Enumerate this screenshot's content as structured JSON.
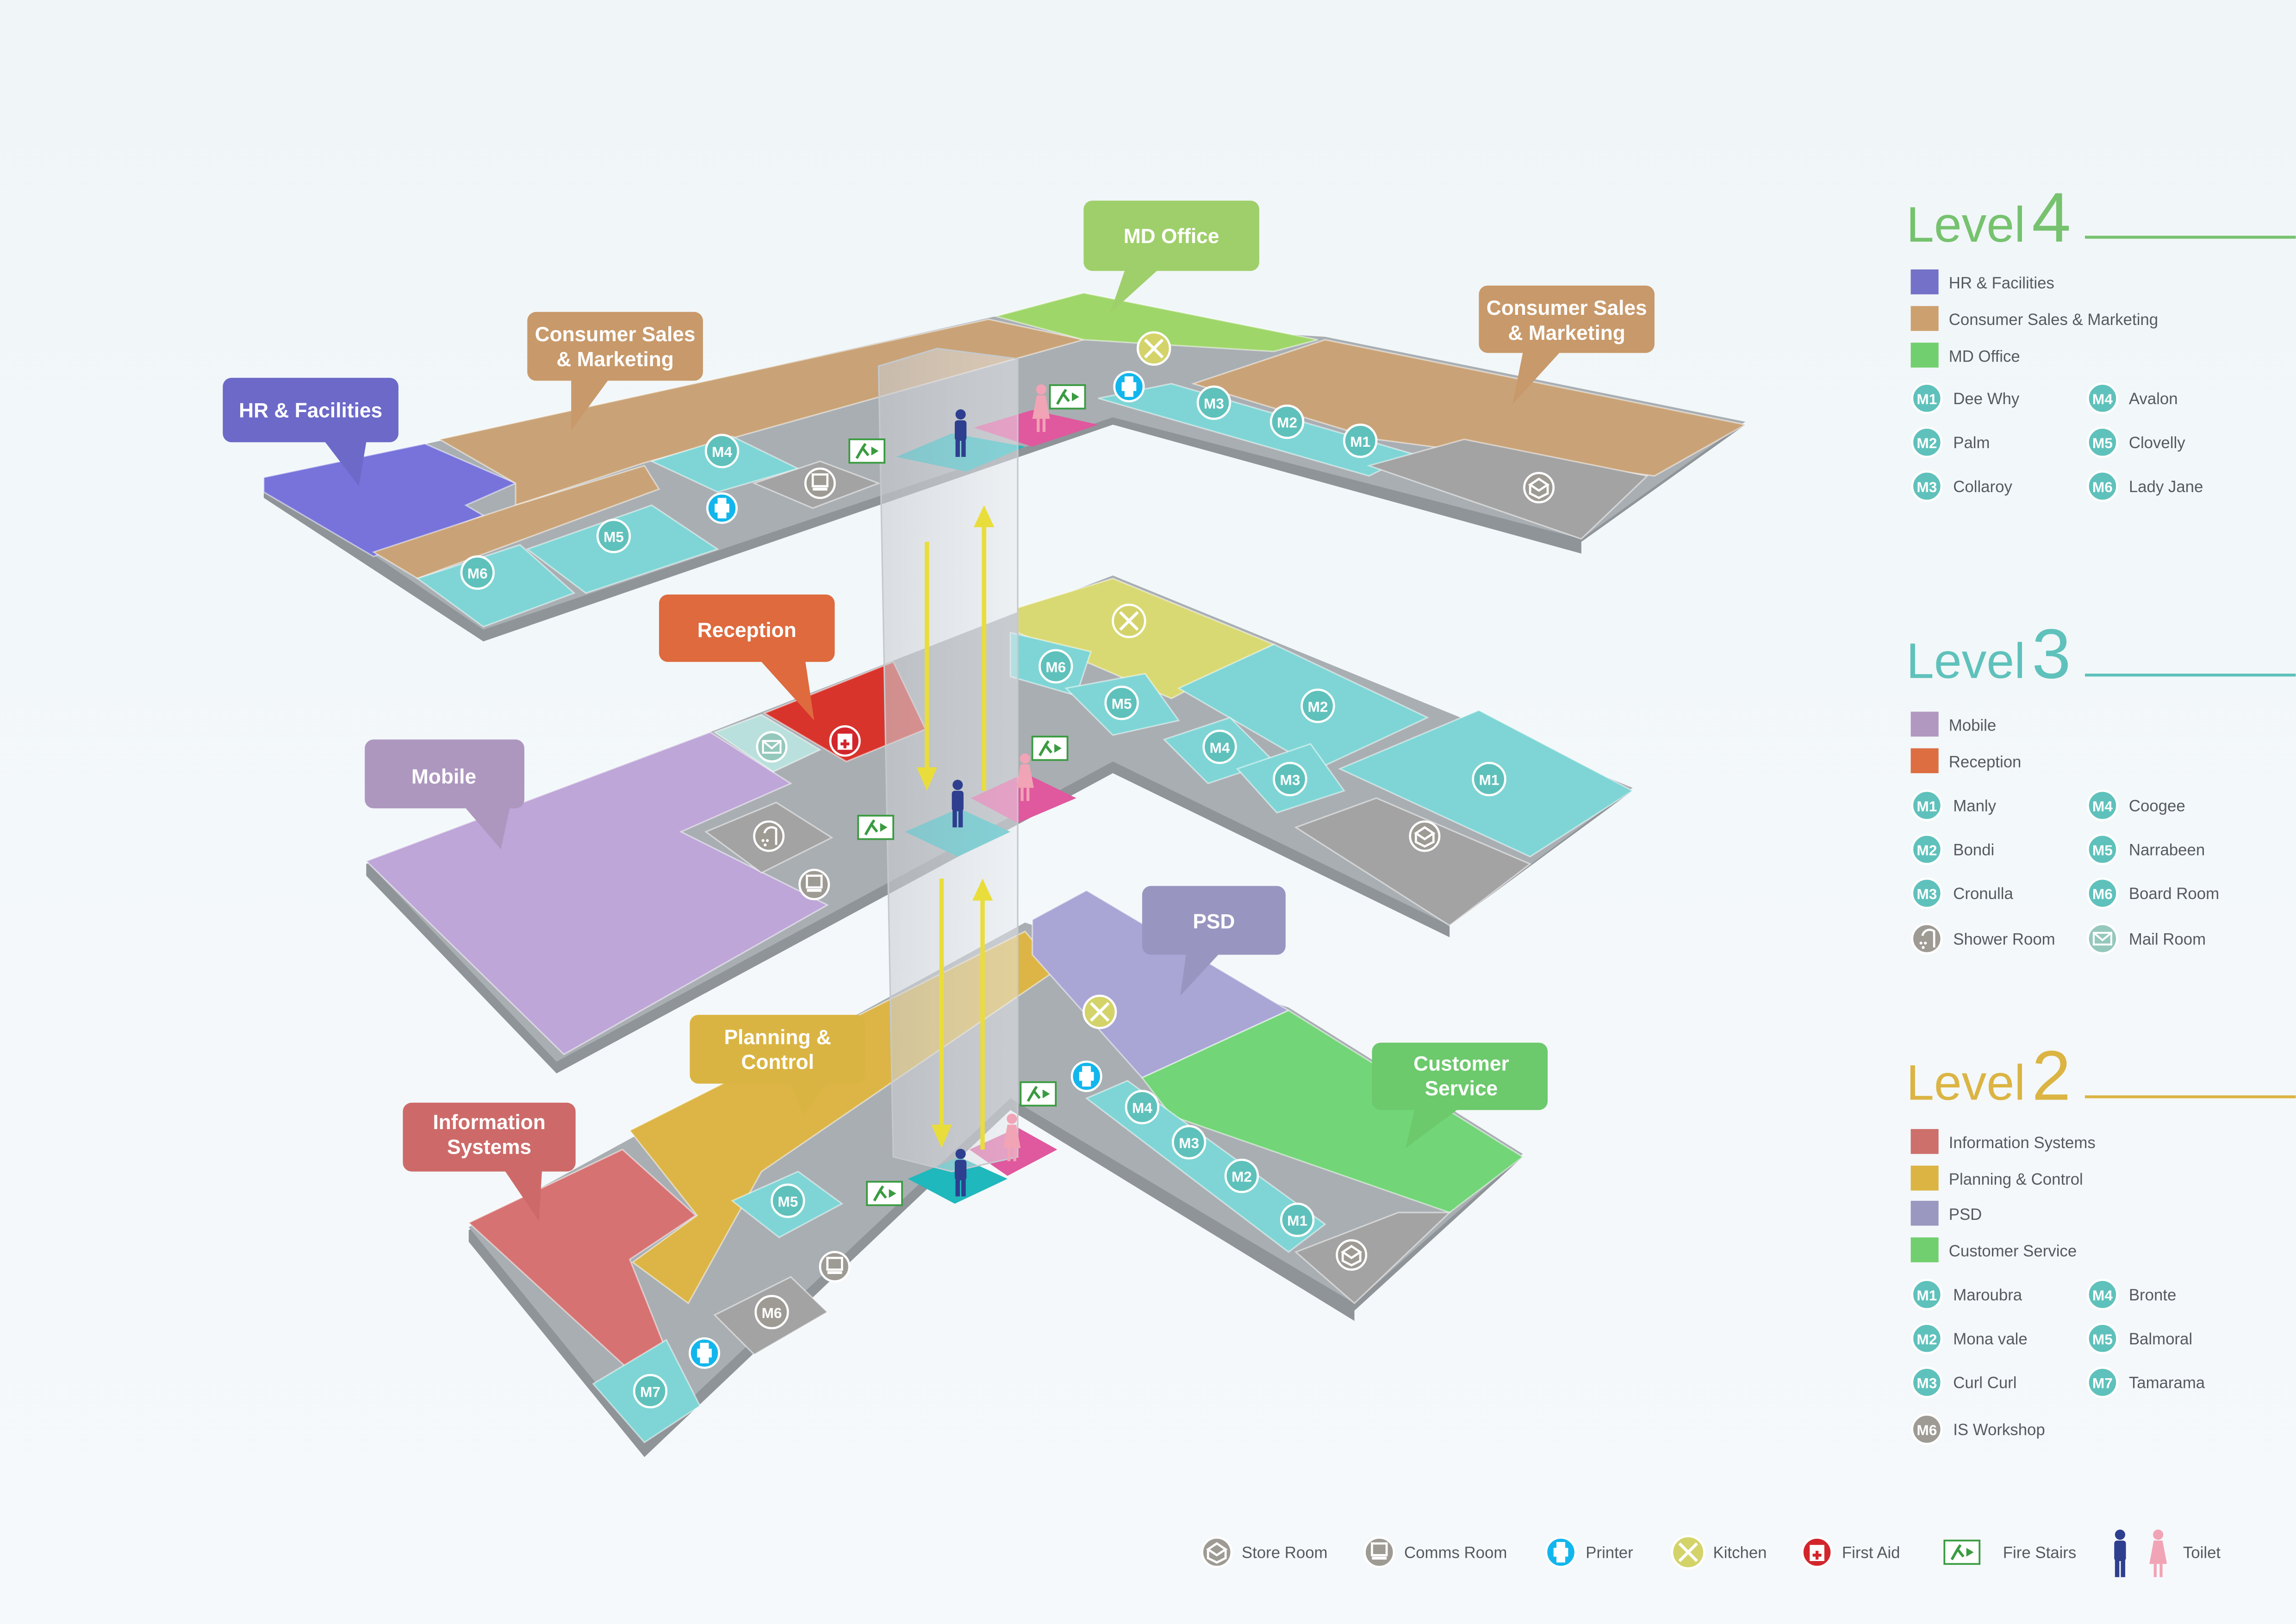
{
  "map": {
    "callouts": {
      "hr": [
        "HR & Facilities"
      ],
      "csm_left": [
        "Consumer Sales",
        "& Marketing"
      ],
      "md": [
        "MD Office"
      ],
      "csm_right": [
        "Consumer Sales",
        "& Marketing"
      ],
      "reception": [
        "Reception"
      ],
      "mobile": [
        "Mobile"
      ],
      "psd": [
        "PSD"
      ],
      "planning": [
        "Planning &",
        "Control"
      ],
      "is": [
        "Information",
        "Systems"
      ],
      "customer": [
        "Customer",
        "Service"
      ]
    },
    "l4": {
      "m1": "M1",
      "m2": "M2",
      "m3": "M3",
      "m4": "M4",
      "m5": "M5",
      "m6": "M6"
    },
    "l3": {
      "m1": "M1",
      "m2": "M2",
      "m3": "M3",
      "m4": "M4",
      "m5": "M5",
      "m6": "M6"
    },
    "l2": {
      "m1": "M1",
      "m2": "M2",
      "m3": "M3",
      "m4": "M4",
      "m5": "M5",
      "m6": "M6",
      "m7": "M7"
    }
  },
  "legend": {
    "level4": {
      "word": "Level",
      "number": "4",
      "color": "#76c26e",
      "areas": [
        {
          "label": "HR & Facilities",
          "color": "#7472c8"
        },
        {
          "label": "Consumer Sales & Marketing",
          "color": "#cda06f"
        },
        {
          "label": "MD Office",
          "color": "#72cf6f"
        }
      ],
      "rooms": [
        {
          "code": "M1",
          "name": "Dee Why"
        },
        {
          "code": "M2",
          "name": "Palm"
        },
        {
          "code": "M3",
          "name": "Collaroy"
        },
        {
          "code": "M4",
          "name": "Avalon"
        },
        {
          "code": "M5",
          "name": "Clovelly"
        },
        {
          "code": "M6",
          "name": "Lady Jane"
        }
      ]
    },
    "level3": {
      "word": "Level",
      "number": "3",
      "color": "#5fc1bb",
      "areas": [
        {
          "label": "Mobile",
          "color": "#b098c0"
        },
        {
          "label": "Reception",
          "color": "#dc6e42"
        }
      ],
      "rooms": [
        {
          "code": "M1",
          "name": "Manly"
        },
        {
          "code": "M2",
          "name": "Bondi"
        },
        {
          "code": "M3",
          "name": "Cronulla"
        },
        {
          "code": "M4",
          "name": "Coogee"
        },
        {
          "code": "M5",
          "name": "Narrabeen"
        },
        {
          "code": "M6",
          "name": "Board Room"
        }
      ],
      "extras": [
        "Shower Room",
        "Mail Room"
      ]
    },
    "level2": {
      "word": "Level",
      "number": "2",
      "color": "#dbb443",
      "areas": [
        {
          "label": "Information Systems",
          "color": "#cd6f6b"
        },
        {
          "label": "Planning & Control",
          "color": "#dbb443"
        },
        {
          "label": "PSD",
          "color": "#9a98c0"
        },
        {
          "label": "Customer Service",
          "color": "#72cf6f"
        }
      ],
      "rooms": [
        {
          "code": "M1",
          "name": "Maroubra"
        },
        {
          "code": "M2",
          "name": "Mona vale"
        },
        {
          "code": "M3",
          "name": "Curl Curl"
        },
        {
          "code": "M4",
          "name": "Bronte"
        },
        {
          "code": "M5",
          "name": "Balmoral"
        },
        {
          "code": "M7",
          "name": "Tamarama"
        },
        {
          "code": "M6",
          "name": "IS Workshop"
        }
      ]
    },
    "symbols": [
      "Store Room",
      "Comms Room",
      "Printer",
      "Kitchen",
      "First Aid",
      "Fire Stairs",
      "Toilet"
    ]
  }
}
